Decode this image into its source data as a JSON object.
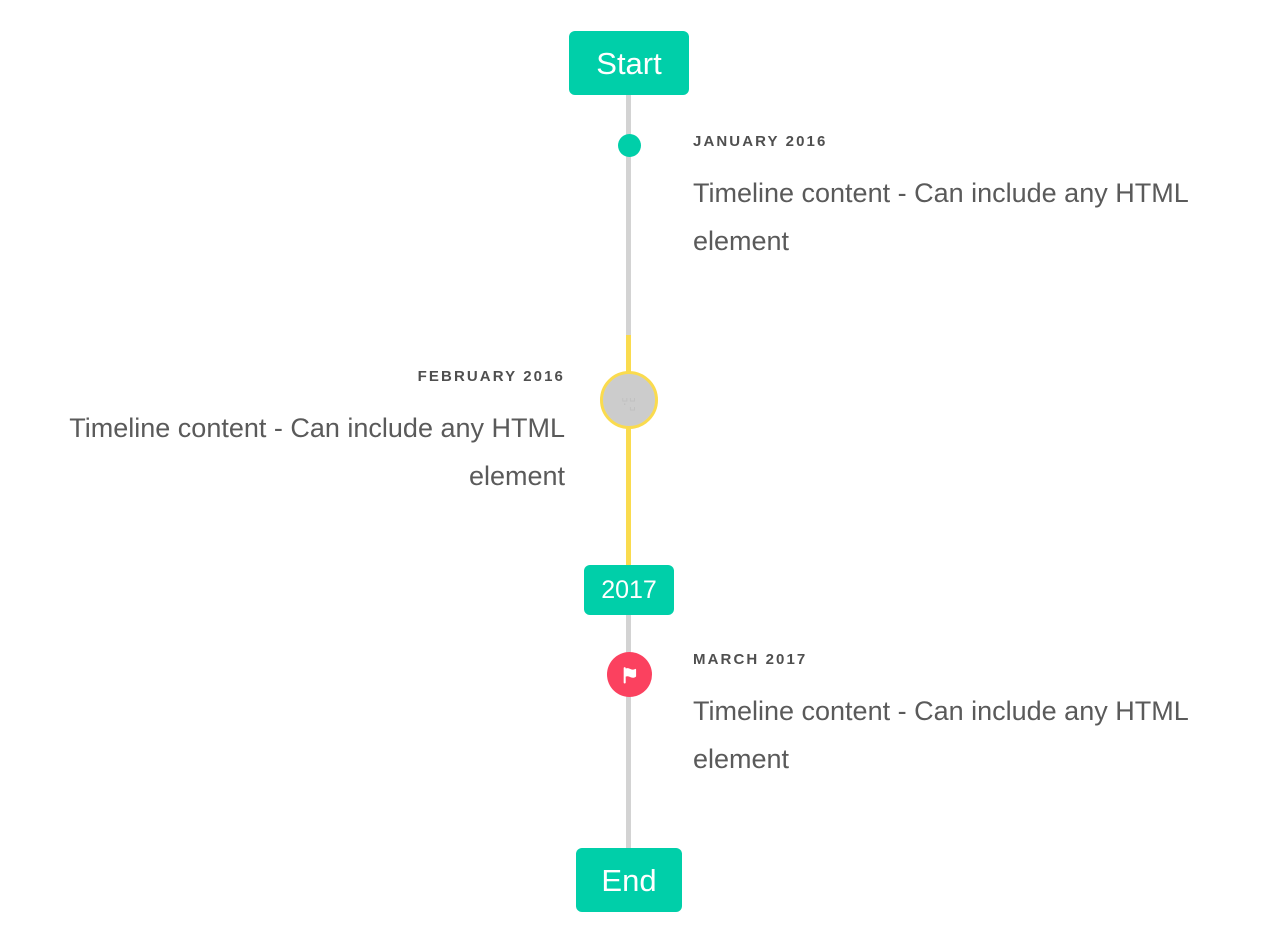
{
  "timeline": {
    "start_label": "Start",
    "end_label": "End",
    "year_divider_label": "2017",
    "colors": {
      "accent_teal": "#00CFA9",
      "accent_yellow": "#FADB4E",
      "accent_pink": "#FB415F",
      "line_grey": "#D3D3D3",
      "marker_grey": "#CCCCCC",
      "text_dark": "#4F4F4F",
      "text_body": "#5A5A5A",
      "background": "#FFFFFF"
    },
    "events": [
      {
        "date": "January 2016",
        "content": "Timeline content - Can include any HTML element",
        "side": "right",
        "marker": "dot-icon"
      },
      {
        "date": "February 2016",
        "content": "Timeline content - Can include any HTML element",
        "side": "left",
        "marker": "broken-glyph-icon",
        "marker_glyph": "␣␣\n·␣"
      },
      {
        "date": "March 2017",
        "content": "Timeline content - Can include any HTML element",
        "side": "right",
        "marker": "flag-icon"
      }
    ]
  }
}
